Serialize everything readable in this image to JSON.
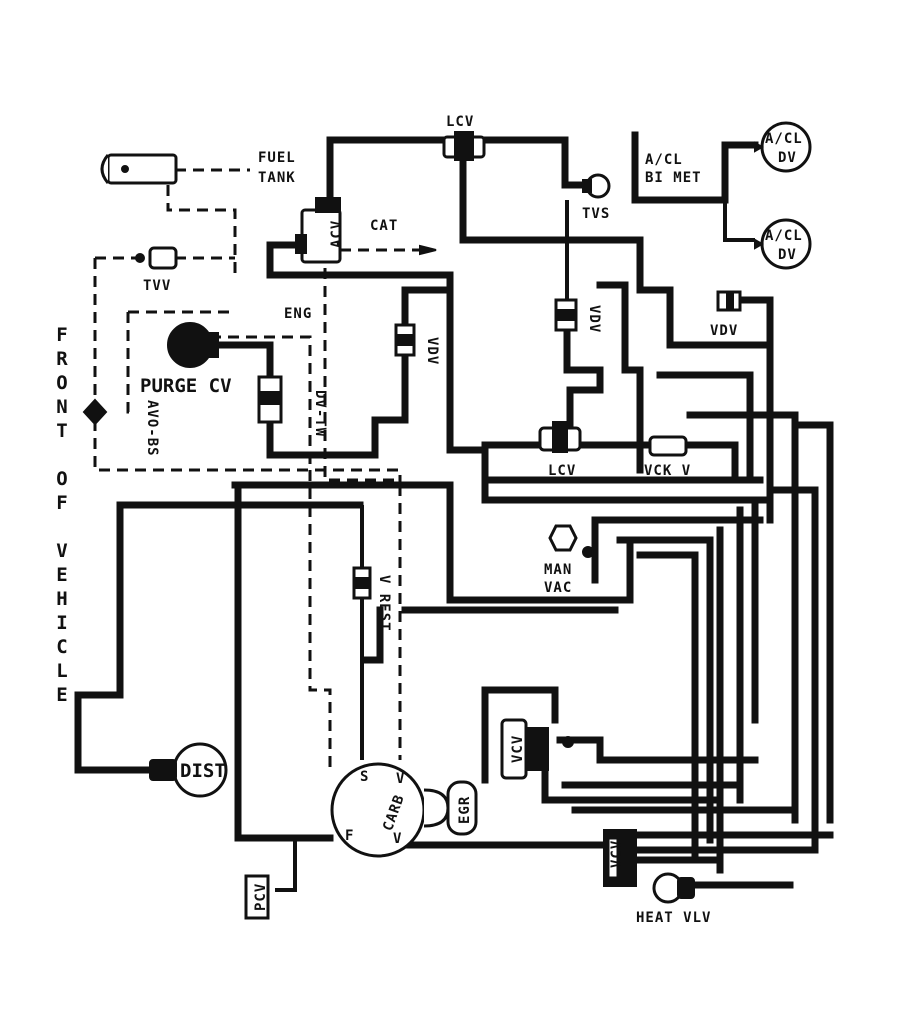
{
  "labels": {
    "fuel_tank_1": "FUEL",
    "fuel_tank_2": "TANK",
    "lcv_top": "LCV",
    "cat": "CAT",
    "tvs": "TVS",
    "acl_bimet_1": "A/CL",
    "acl_bimet_2": "BI MET",
    "acl_dv_top_1": "A/CL",
    "acl_dv_top_2": "DV",
    "acl_dv_mid_1": "A/CL",
    "acl_dv_mid_2": "DV",
    "tvv": "TVV",
    "eng": "ENG",
    "acv": "ACV",
    "vdv_center": "VDV",
    "vdv_mid": "VDV",
    "vdv_right": "VDV",
    "purge_cv": "PURGE CV",
    "dv_tw": "DV-TW",
    "avoid_bs": "AVO-BS",
    "front_of_vehicle": "FRONT OF VEHICLE",
    "lcv_mid": "LCV",
    "vckv": "VCK V",
    "man_vac_1": "MAN",
    "man_vac_2": "VAC",
    "v_rest": "V REST",
    "dist": "DIST",
    "carb": "CARB",
    "carb_s": "S",
    "carb_v_top": "V",
    "carb_f": "F",
    "carb_v_bot": "V",
    "egr": "EGR",
    "vcv": "VCV",
    "pcv": "PCV",
    "vcv_bottom": "VCV",
    "heat_vlv": "HEAT VLV"
  }
}
